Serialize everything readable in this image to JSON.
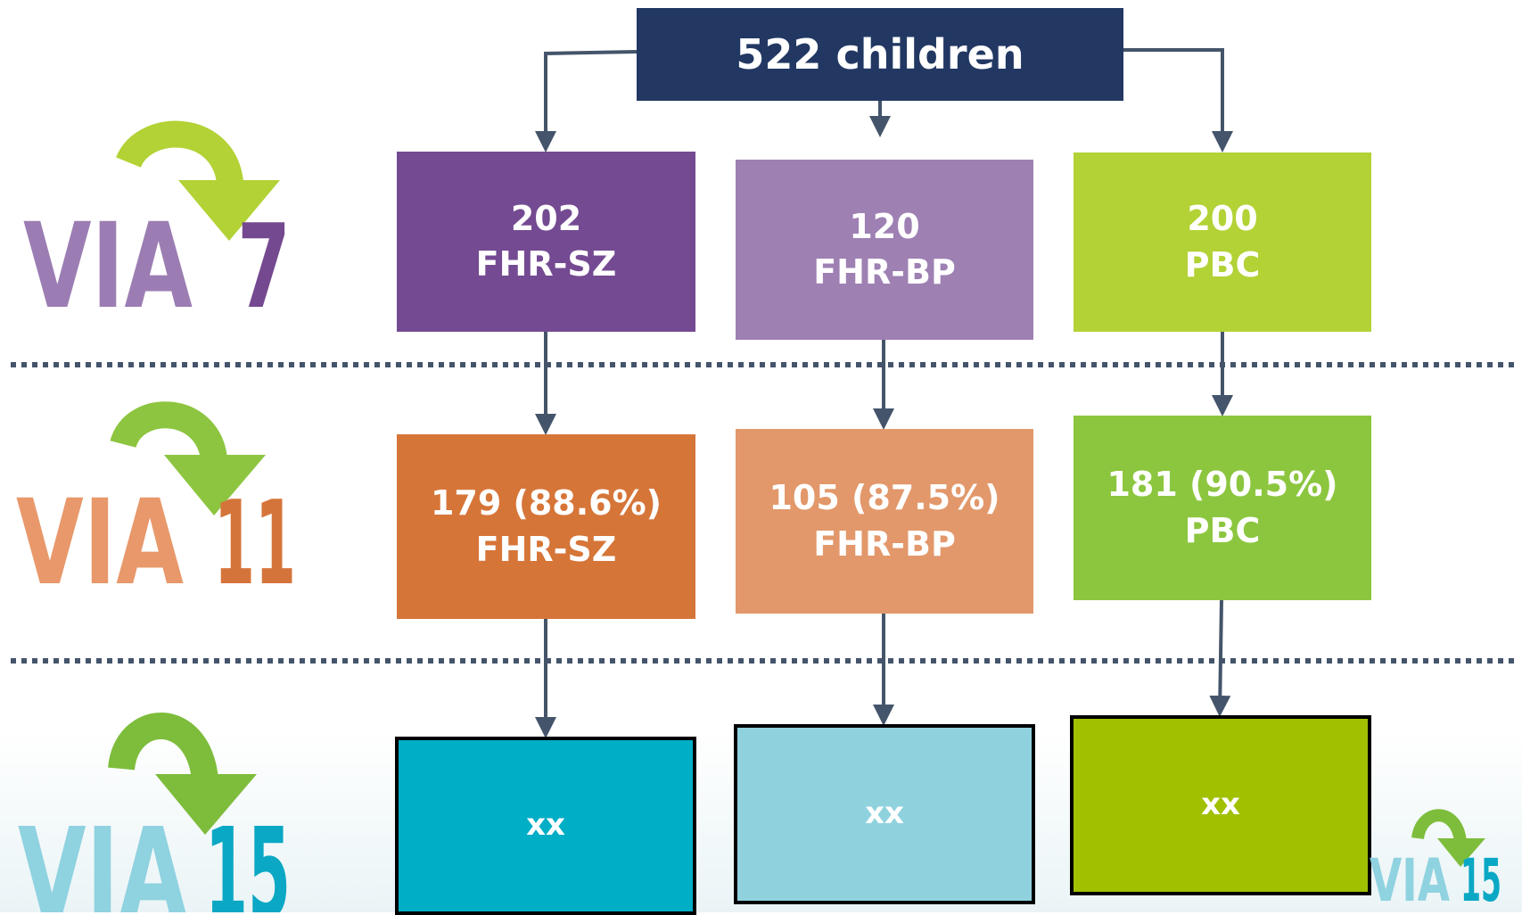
{
  "top_box": {
    "label": "522 children",
    "color": "#223863"
  },
  "levels": [
    {
      "logo": {
        "word": "VIA",
        "number": "7",
        "word_color": "#9c7db3",
        "number_color": "#74498f",
        "arrow_color": "#b2d235"
      },
      "boxes": [
        {
          "count": "202",
          "group": "FHR-SZ",
          "color": "#744a92"
        },
        {
          "count": "120",
          "group": "FHR-BP",
          "color": "#9e80b3"
        },
        {
          "count": "200",
          "group": "PBC",
          "color": "#b2d235"
        }
      ]
    },
    {
      "logo": {
        "word": "VIA",
        "number": "11",
        "word_color": "#e8986a",
        "number_color": "#d5743a",
        "arrow_color": "#8dc540"
      },
      "boxes": [
        {
          "count": "179 (88.6%)",
          "group": "FHR-SZ",
          "color": "#d67538"
        },
        {
          "count": "105 (87.5%)",
          "group": "FHR-BP",
          "color": "#e2986b"
        },
        {
          "count": "181 (90.5%)",
          "group": "PBC",
          "color": "#8cc63f"
        }
      ]
    },
    {
      "logo": {
        "word": "VIA",
        "number": "15",
        "word_color": "#8fd2e0",
        "number_color": "#0aa8c4",
        "arrow_color": "#7ebd3c"
      },
      "boxes": [
        {
          "label": "xx",
          "color": "#00aec6"
        },
        {
          "label": "xx",
          "color": "#8fd2de"
        },
        {
          "label": "xx",
          "color": "#a0c000"
        }
      ]
    }
  ],
  "corner_logo": {
    "word": "VIA",
    "number": "15",
    "word_color": "#8fd2e0",
    "number_color": "#0aa8c4",
    "arrow_color": "#7ebd3c"
  },
  "line_color": "#44546a",
  "divider_color": "#44546a"
}
